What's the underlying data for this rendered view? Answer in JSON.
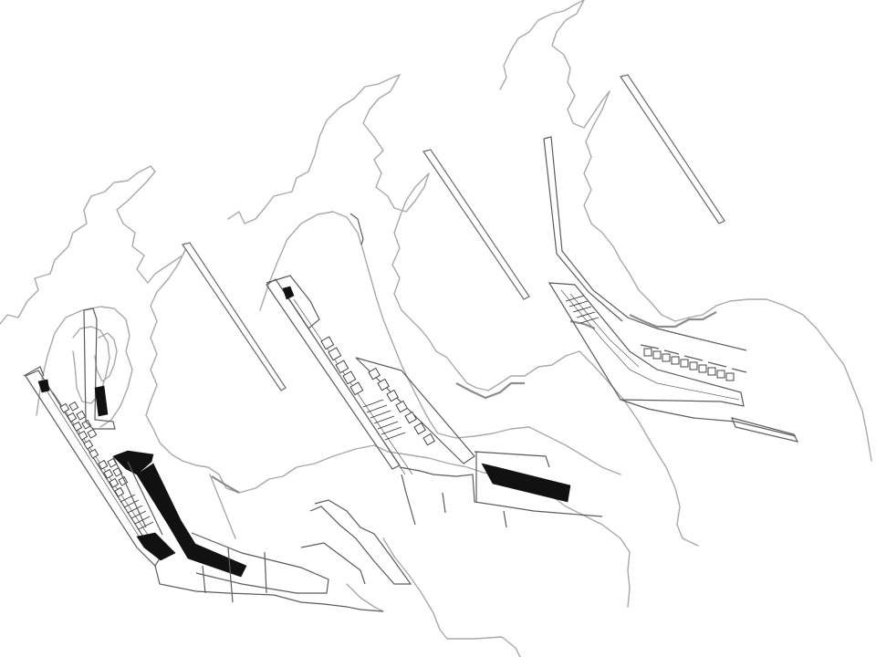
{
  "drawing": {
    "kind": "site-plan-linework",
    "background": "#ffffff",
    "line_color": "#a9a9a9",
    "structure_color": "#5c5c5c",
    "fill_color": "#111111",
    "plans": [
      {
        "id": "plan-1",
        "note": ""
      },
      {
        "id": "plan-2",
        "note": ""
      },
      {
        "id": "plan-3",
        "note": ""
      }
    ]
  }
}
